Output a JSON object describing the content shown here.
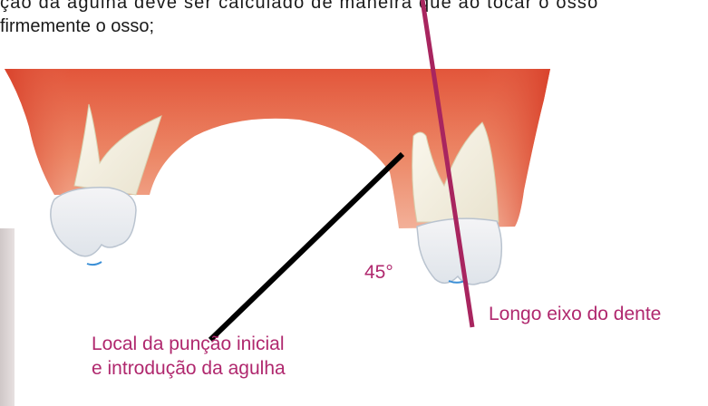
{
  "instruction": {
    "line1": "ção da agulha deve ser calculado de maneira que ao tocar o osso",
    "line2": "firmemente o osso;"
  },
  "labels": {
    "angle": "45°",
    "long_axis": "Longo eixo do dente",
    "puncture_line1": "Local da punção inicial",
    "puncture_line2": "e introdução da agulha"
  },
  "colors": {
    "gum": "#d9432c",
    "label": "#b0286e",
    "needle": "#000000",
    "axis_line": "#a8255f",
    "tooth": "#f3f0e4"
  }
}
